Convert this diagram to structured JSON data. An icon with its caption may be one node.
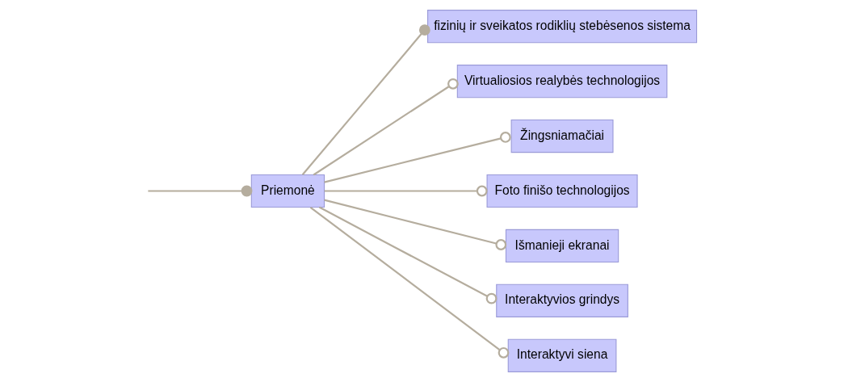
{
  "diagram": {
    "nodes": [
      {
        "text": [
          "Priemonė"
        ]
      },
      {
        "text": [
          "fizinių ir sveikatos rodiklių stebėsenos sistema"
        ]
      },
      {
        "text": [
          "Virtualiosios realybės technologijos"
        ]
      },
      {
        "text": [
          "Žingsniamačiai"
        ]
      },
      {
        "text": [
          "Foto finišo technologijos"
        ]
      },
      {
        "text": [
          "Išmanieji ekranai"
        ]
      },
      {
        "text": [
          "Interaktyvios grindys"
        ]
      },
      {
        "text": [
          "Interaktyvi siena"
        ]
      }
    ],
    "edges": [
      {
        "from": null,
        "to": 0,
        "arrow": "other"
      },
      {
        "from": 0,
        "to": 1,
        "arrow": "other"
      },
      {
        "from": 0,
        "to": 2,
        "arrow": "other"
      },
      {
        "from": 0,
        "to": 3,
        "arrow": "other"
      },
      {
        "from": 0,
        "to": 4,
        "arrow": "other"
      },
      {
        "from": 0,
        "to": 5,
        "arrow": "other"
      },
      {
        "from": 0,
        "to": 6,
        "arrow": "other"
      },
      {
        "from": 0,
        "to": 7,
        "arrow": "other"
      }
    ]
  }
}
